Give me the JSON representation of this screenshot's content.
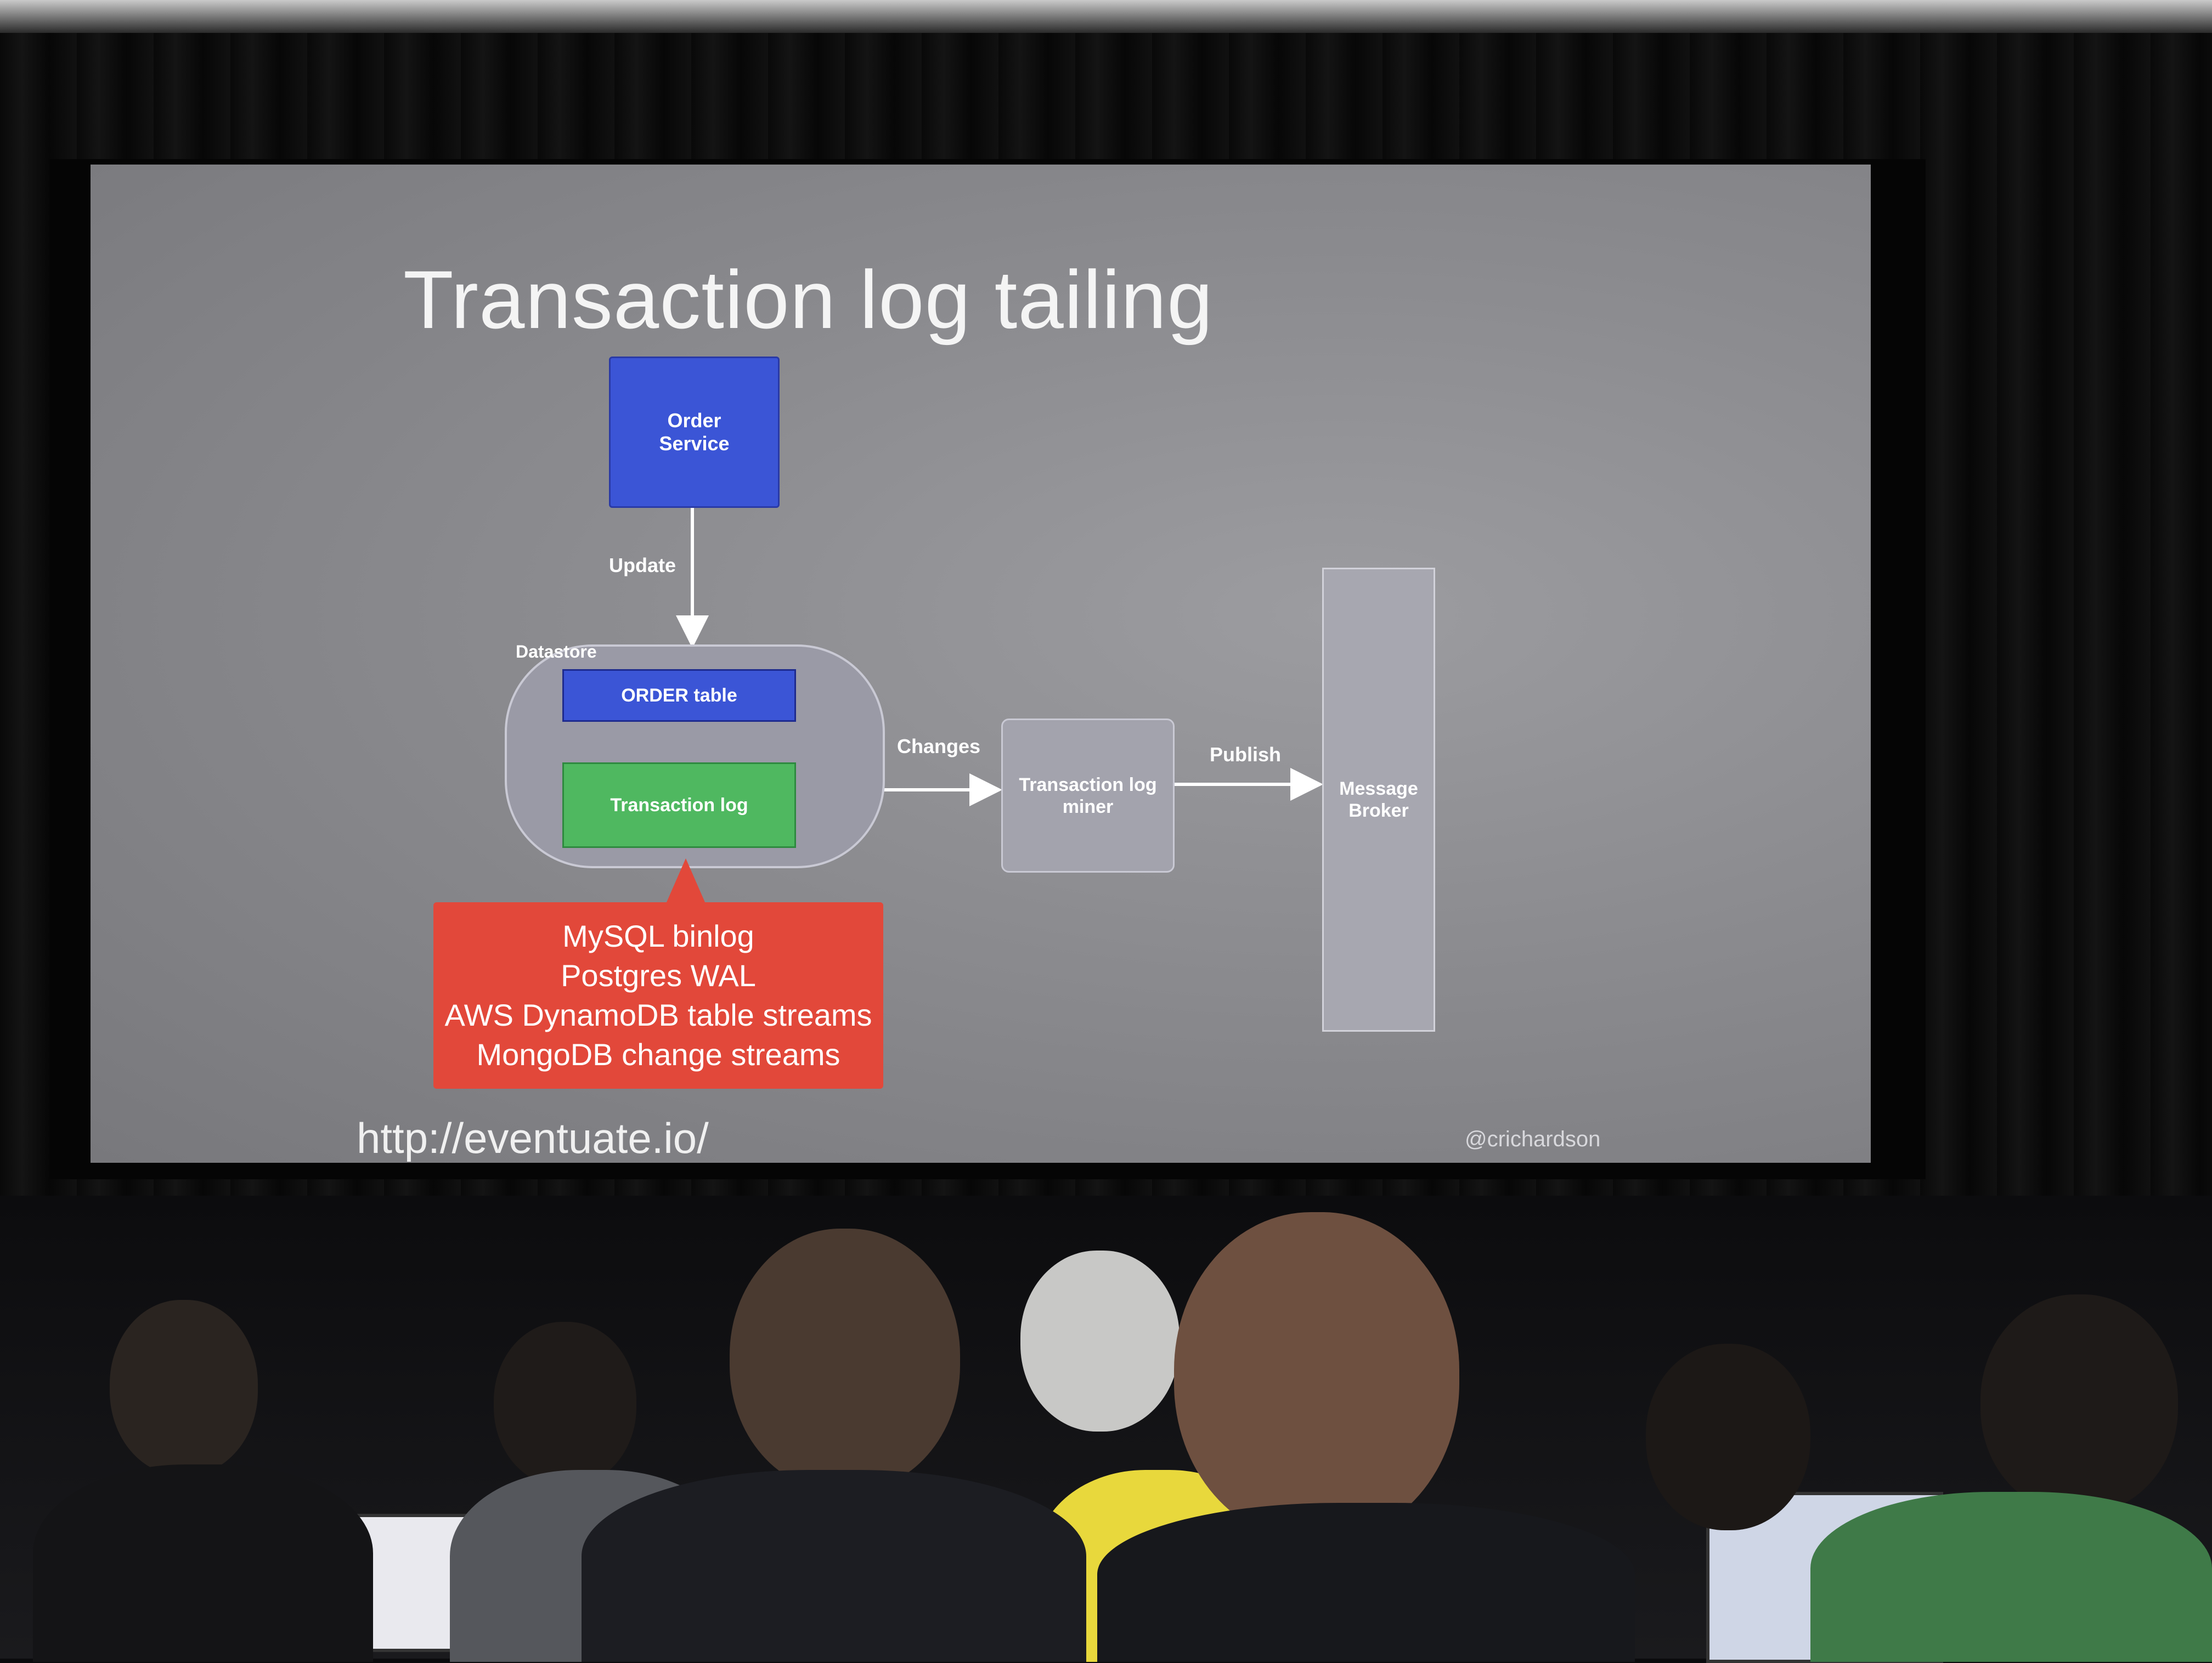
{
  "slide": {
    "title": "Transaction log tailing",
    "order_service": "Order\nService",
    "update_label": "Update",
    "datastore_label": "Datastore",
    "order_table": "ORDER table",
    "transaction_log": "Transaction log",
    "changes_label": "Changes",
    "miner": "Transaction log\nminer",
    "publish_label": "Publish",
    "broker": "Message\nBroker",
    "callout_lines": [
      "MySQL binlog",
      "Postgres WAL",
      "AWS DynamoDB table streams",
      "MongoDB change streams"
    ],
    "url": "http://eventuate.io/",
    "handle": "@crichardson"
  },
  "colors": {
    "service_blue": "#3b55d6",
    "log_green": "#4fb860",
    "callout_red": "#e2483a",
    "slide_gray": "#8b8b8f"
  }
}
